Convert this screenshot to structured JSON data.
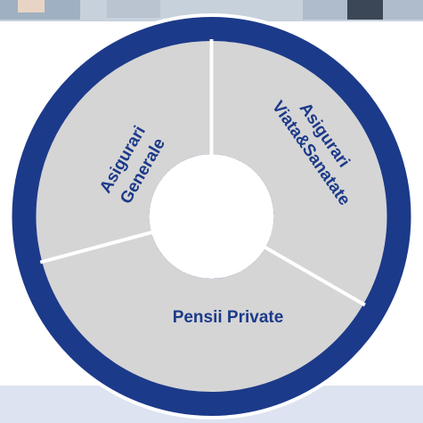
{
  "colors": {
    "ring": "#1c3a8a",
    "ring_edge": "#12296b",
    "segment_fill": "#d5d5d5",
    "divider": "#ffffff",
    "center": "#ffffff",
    "label": "#1c3a8a",
    "bottom_band": "#dde3f0",
    "photo_strip": "#c9d3de"
  },
  "diagram": {
    "segments": [
      {
        "id": "generale",
        "lines": [
          "Asigurari",
          "Generale"
        ]
      },
      {
        "id": "viata",
        "lines": [
          "Asigurari",
          "Viata&Sanatate"
        ]
      },
      {
        "id": "pensii",
        "lines": [
          "Pensii Private"
        ]
      }
    ]
  }
}
